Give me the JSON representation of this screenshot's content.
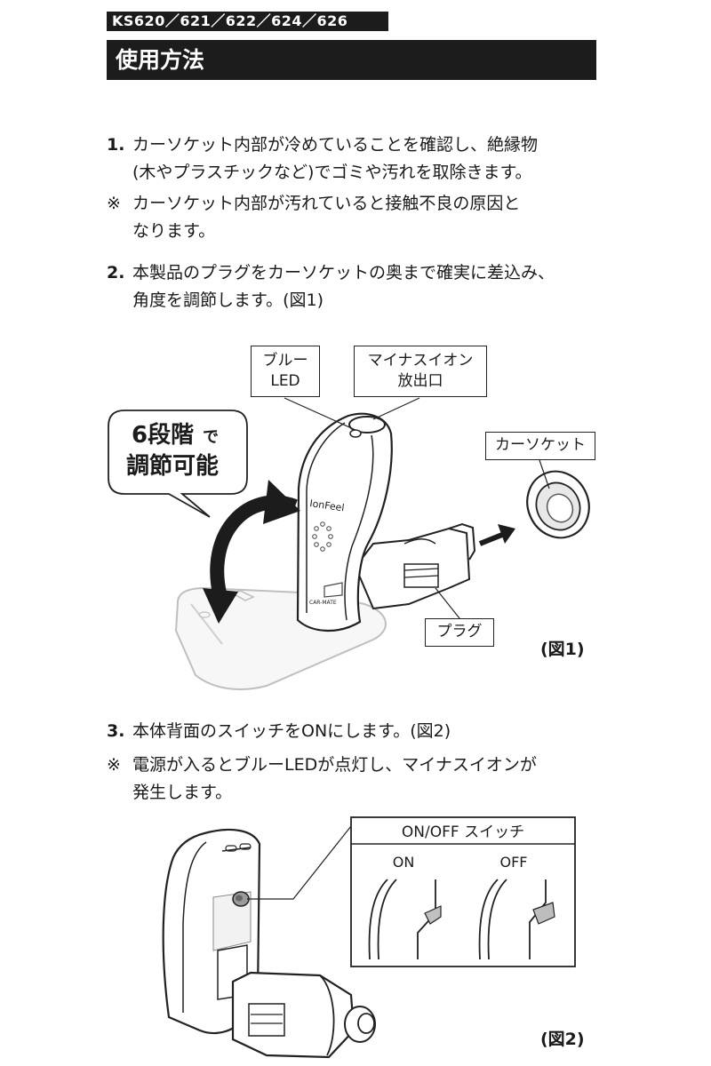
{
  "header": {
    "model_tag": "KS620／621／622／624／626",
    "section_title": "使用方法"
  },
  "steps": [
    {
      "marker": "1.",
      "text": "カーソケット内部が冷めていることを確認し、絶縁物\n(木やプラスチックなど)でゴミや汚れを取除きます。"
    },
    {
      "marker": "※",
      "text": "カーソケット内部が汚れていると接触不良の原因と\nなります。"
    },
    {
      "marker": "2.",
      "text": "本製品のプラグをカーソケットの奥まで確実に差込み、\n角度を調節します。(図1)"
    },
    {
      "marker": "3.",
      "text": "本体背面のスイッチをONにします。(図2)"
    },
    {
      "marker": "※",
      "text": "電源が入るとブルーLEDが点灯し、マイナスイオンが\n発生します。"
    }
  ],
  "figure1": {
    "caption": "(図1)",
    "labels": {
      "blue_led": "ブルー\nLED",
      "ion_outlet": "マイナスイオン\n放出口",
      "car_socket": "カーソケット",
      "plug": "プラグ"
    },
    "bubble": {
      "line1_big": "6段階",
      "line1_small": "で",
      "line2": "調節可能"
    },
    "device_brand": "IonFeel",
    "device_small_text": "CAR-MATE"
  },
  "figure2": {
    "caption": "(図2)",
    "switch_panel": {
      "title": "ON/OFF スイッチ",
      "on_label": "ON",
      "off_label": "OFF"
    }
  }
}
